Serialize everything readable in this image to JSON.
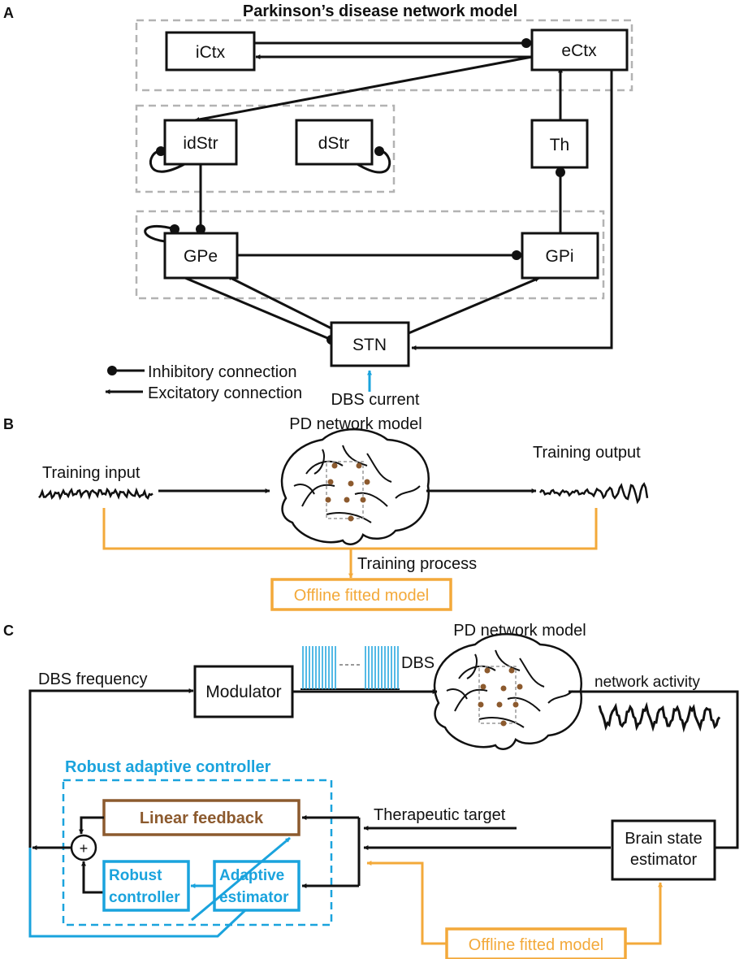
{
  "panels": {
    "a": "A",
    "b": "B",
    "c": "C"
  },
  "panel_a": {
    "title": "Parkinson’s disease network model",
    "nodes": {
      "ictx": "iCtx",
      "ectx": "eCtx",
      "idstr": "idStr",
      "dstr": "dStr",
      "th": "Th",
      "gpe": "GPe",
      "gpi": "GPi",
      "stn": "STN"
    },
    "legend": {
      "inhibitory": "Inhibitory connection",
      "excitatory": "Excitatory connection"
    },
    "dbs_current": "DBS current"
  },
  "panel_b": {
    "model_label": "PD network model",
    "training_input": "Training input",
    "training_output": "Training output",
    "training_process": "Training process",
    "offline_model": "Offline fitted model"
  },
  "panel_c": {
    "model_label": "PD network model",
    "dbs_frequency": "DBS frequency",
    "modulator": "Modulator",
    "dbs": "DBS",
    "network_activity": "network activity",
    "controller_title": "Robust adaptive controller",
    "linear_feedback": "Linear feedback",
    "sum_symbol": "+",
    "robust_controller_1": "Robust",
    "robust_controller_2": "controller",
    "adaptive_estimator_1": "Adaptive",
    "adaptive_estimator_2": "estimator",
    "therapeutic_target": "Therapeutic target",
    "brain_state_1": "Brain state",
    "brain_state_2": "estimator",
    "offline_model": "Offline fitted model"
  },
  "colors": {
    "black": "#111111",
    "orange": "#f3a93a",
    "blue": "#1aa3dd",
    "brown": "#8c5a2e",
    "dashed_gray": "#b3b3b3"
  }
}
